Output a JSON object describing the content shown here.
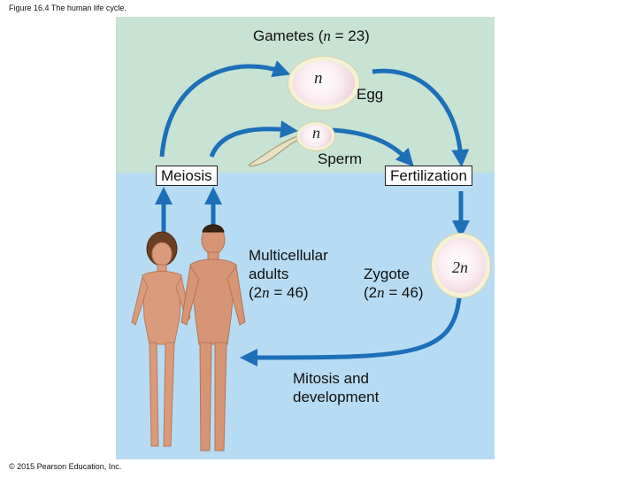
{
  "figure_caption": "Figure 16.4 The human life cycle.",
  "copyright": "© 2015 Pearson Education, Inc.",
  "colors": {
    "haploid_background": "#c8e2d4",
    "diploid_background": "#b7dbf2",
    "arrow": "#1d6fb8"
  },
  "labels": {
    "gametes_prefix": "Gametes (",
    "gametes_n": "n",
    "gametes_suffix": " = 23)",
    "egg": "Egg",
    "sperm": "Sperm",
    "meiosis": "Meiosis",
    "fertilization": "Fertilization",
    "adults_line1": "Multicellular",
    "adults_line2": "adults",
    "adults_prefix": "(2",
    "adults_n": "n",
    "adults_suffix": " = 46)",
    "zygote_line1": "Zygote",
    "zygote_prefix": "(2",
    "zygote_n": "n",
    "zygote_suffix": " = 46)",
    "mitosis_line1": "Mitosis and",
    "mitosis_line2": "development"
  },
  "cells": {
    "egg_ploidy": "n",
    "sperm_ploidy": "n",
    "zygote_ploidy": "2n"
  }
}
